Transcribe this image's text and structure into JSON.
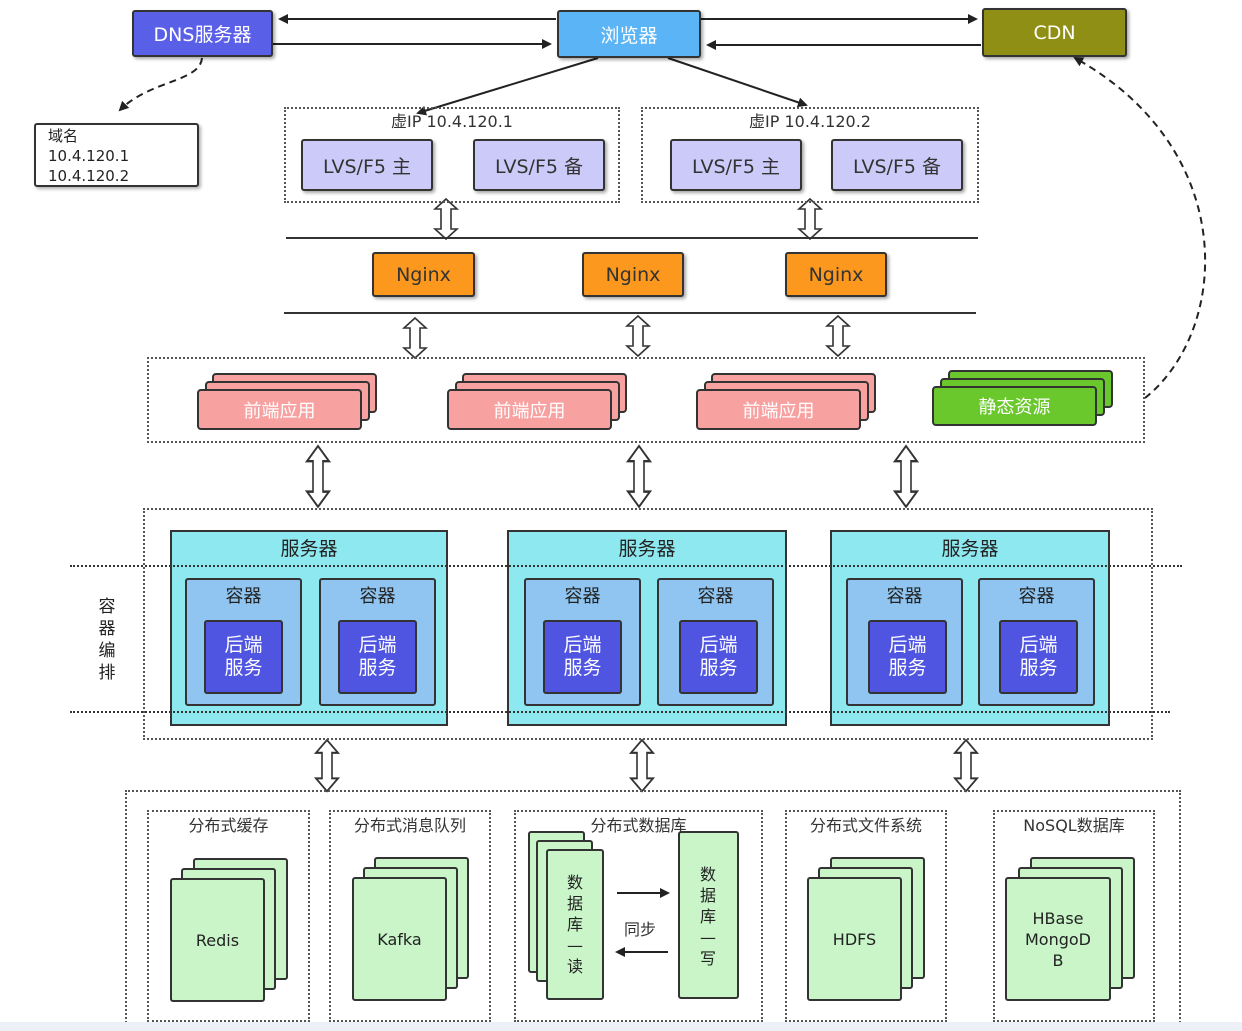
{
  "top": {
    "dns": "DNS服务器",
    "browser": "浏览器",
    "cdn": "CDN"
  },
  "callout": {
    "line1": "域名",
    "line2": "10.4.120.1",
    "line3": "10.4.120.2"
  },
  "vip_groups": [
    {
      "label": "虚IP 10.4.120.1",
      "main": "LVS/F5 主",
      "backup": "LVS/F5 备"
    },
    {
      "label": "虚IP 10.4.120.2",
      "main": "LVS/F5 主",
      "backup": "LVS/F5 备"
    }
  ],
  "nginx": [
    "Nginx",
    "Nginx",
    "Nginx"
  ],
  "frontend": [
    "前端应用",
    "前端应用",
    "前端应用"
  ],
  "static_resource": "静态资源",
  "servers": [
    {
      "title": "服务器",
      "containers": [
        {
          "title": "容器",
          "service": "后端服务"
        },
        {
          "title": "容器",
          "service": "后端服务"
        }
      ]
    },
    {
      "title": "服务器",
      "containers": [
        {
          "title": "容器",
          "service": "后端服务"
        },
        {
          "title": "容器",
          "service": "后端服务"
        }
      ]
    },
    {
      "title": "服务器",
      "containers": [
        {
          "title": "容器",
          "service": "后端服务"
        },
        {
          "title": "容器",
          "service": "后端服务"
        }
      ]
    }
  ],
  "backend_line1": "后端",
  "backend_line2": "服务",
  "orchestration": "容器编排",
  "storage": {
    "cache": {
      "title": "分布式缓存",
      "item": "Redis"
    },
    "mq": {
      "title": "分布式消息队列",
      "item": "Kafka"
    },
    "db": {
      "title": "分布式数据库",
      "read": "数据库—读",
      "write": "数据库—写",
      "sync": "同步"
    },
    "fs": {
      "title": "分布式文件系统",
      "item": "HDFS"
    },
    "nosql": {
      "title": "NoSQL数据库",
      "item_line1": "HBase",
      "item_line2": "MongoD",
      "item_line3": "B"
    }
  }
}
